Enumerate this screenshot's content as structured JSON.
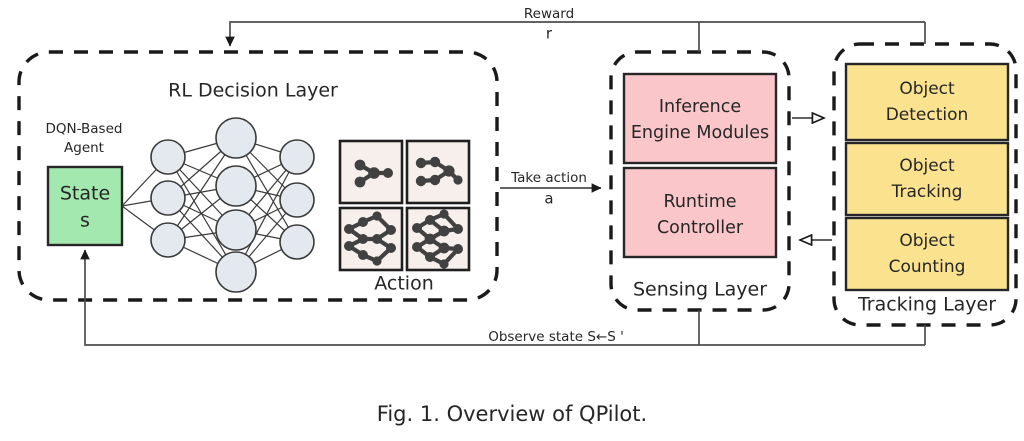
{
  "figure": {
    "caption": "Fig. 1. Overview of QPilot.",
    "background": "#ffffff"
  },
  "colors": {
    "state_fill": "#a3e8ae",
    "sensing_fill": "#fbc6c9",
    "tracking_fill": "#fae28f",
    "tile_fill": "#f7efec",
    "node_fill": "#e3e9ee",
    "stroke": "#1a1a1a",
    "wire": "#4d4d4d"
  },
  "rl_layer": {
    "title": "RL Decision Layer",
    "agent_label_line1": "DQN-Based",
    "agent_label_line2": "Agent",
    "state_label_line1": "State",
    "state_label_line2": "s",
    "action_label": "Action",
    "network": {
      "layer_sizes": [
        3,
        4,
        3
      ],
      "icon": "neural-network-icon"
    },
    "action_tiles": [
      {
        "icon": "model-arch-tiny-icon"
      },
      {
        "icon": "model-arch-small-icon"
      },
      {
        "icon": "model-arch-medium-icon"
      },
      {
        "icon": "model-arch-large-icon"
      }
    ]
  },
  "sensing_layer": {
    "title": "Sensing Layer",
    "boxes": [
      {
        "line1": "Inference",
        "line2": "Engine Modules"
      },
      {
        "line1": "Runtime",
        "line2": "Controller"
      }
    ]
  },
  "tracking_layer": {
    "title": "Tracking Layer",
    "boxes": [
      {
        "line1": "Object",
        "line2": "Detection"
      },
      {
        "line1": "Object",
        "line2": "Tracking"
      },
      {
        "line1": "Object",
        "line2": "Counting"
      }
    ]
  },
  "edges": {
    "reward_label": "Reward",
    "reward_symbol": "r",
    "take_action_label": "Take action",
    "take_action_symbol": "a",
    "observe_label": "Observe state S←S '"
  }
}
